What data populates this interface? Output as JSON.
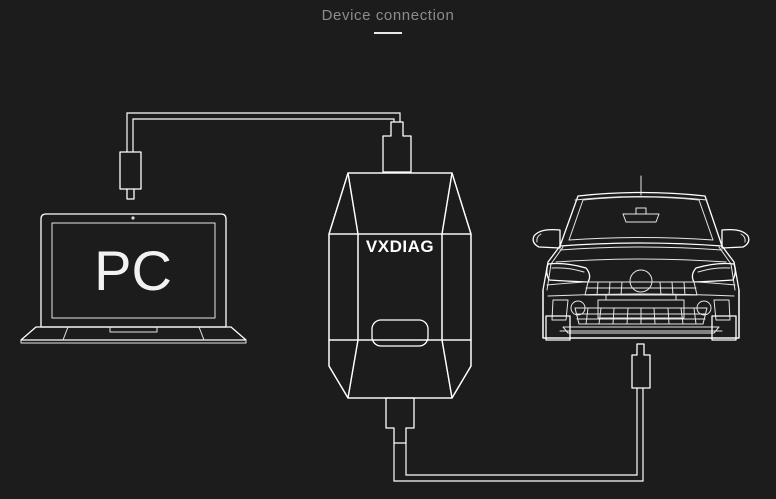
{
  "header": {
    "title": "Device connection",
    "underline_color": "#e8e8e8"
  },
  "theme": {
    "background": "#1c1c1c",
    "line_color": "#ffffff",
    "title_color": "#8c8c8c",
    "label_color": "#f2f2f2"
  },
  "scene": {
    "nodes": [
      {
        "id": "pc",
        "label": "PC",
        "type": "laptop",
        "description": "laptop computer with PC shown on screen"
      },
      {
        "id": "vxdiag",
        "label": "VXDIAG",
        "type": "diagnostic-device",
        "description": "VXDIAG vehicle diagnostic interface box"
      },
      {
        "id": "car",
        "label": "",
        "type": "vehicle",
        "description": "car front view"
      }
    ],
    "cables": [
      {
        "id": "usb-cable",
        "from": "pc",
        "to": "vxdiag",
        "connector": "usb-connector"
      },
      {
        "id": "obd-cable",
        "from": "vxdiag",
        "to": "car",
        "connector": "obd-connector"
      }
    ]
  }
}
